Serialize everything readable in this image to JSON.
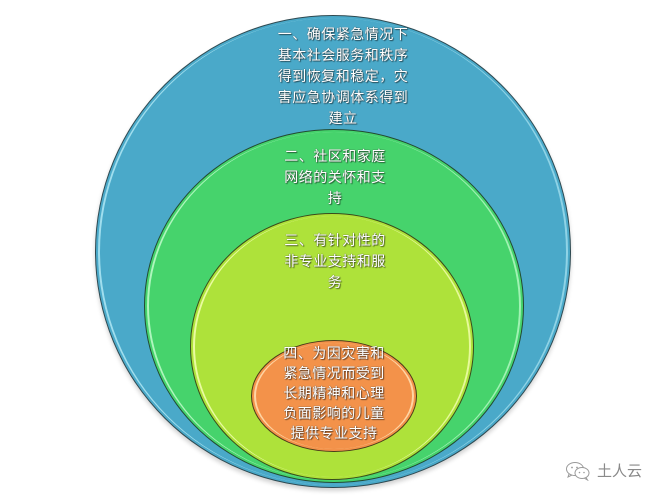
{
  "diagram": {
    "type": "nested-circles",
    "layers": [
      {
        "level": 1,
        "color": "#4aa9c9",
        "lines": [
          "一、确保紧急情况下",
          "基本社会服务和秩序",
          "得到恢复和稳定，灾",
          "害应急协调体系得到",
          "建立"
        ]
      },
      {
        "level": 2,
        "color": "#46d36c",
        "lines": [
          "二、社区和家庭",
          "网络的关怀和支",
          "持"
        ]
      },
      {
        "level": 3,
        "color": "#aee23a",
        "lines": [
          "三、有针对性的",
          "非专业支持和服",
          "务"
        ]
      },
      {
        "level": 4,
        "color": "#f3924a",
        "lines": [
          "四、为因灾害和",
          "紧急情况而受到",
          "长期精神和心理",
          "负面影响的儿童",
          "提供专业支持"
        ]
      }
    ]
  },
  "watermark": {
    "icon": "wechat-icon",
    "text": "土人云",
    "color": "#8a8a8a"
  }
}
